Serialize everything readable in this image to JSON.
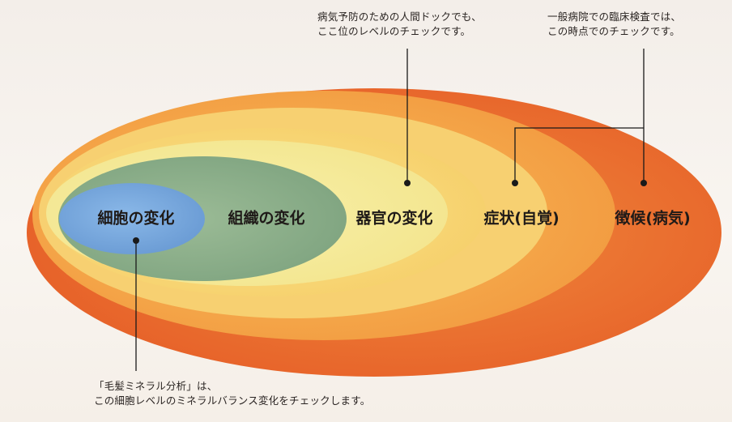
{
  "zones": {
    "cell": "細胞の変化",
    "tissue": "組織の変化",
    "organ": "器官の変化",
    "symptom": "症状(自覚)",
    "sign": "徴候(病気)"
  },
  "notes": {
    "dock": {
      "line1": "病気予防のための人間ドックでも、",
      "line2": "ここ位のレベルのチェックです。"
    },
    "hospital": {
      "line1": "一般病院での臨床検査では、",
      "line2": "この時点でのチェックです。"
    },
    "hair": {
      "line1": "「毛髪ミネラル分析」は、",
      "line2": "この細胞レベルのミネラルバランス変化をチェックします。"
    }
  },
  "colors": {
    "outer": "#ec6a2f",
    "orange": "#f4a548",
    "yellow_light": "#f8dc7c",
    "yellow_pale": "#f6eda0",
    "green": "#8fb08d",
    "blue": "#79a8dc",
    "line": "#1a1a1a"
  }
}
